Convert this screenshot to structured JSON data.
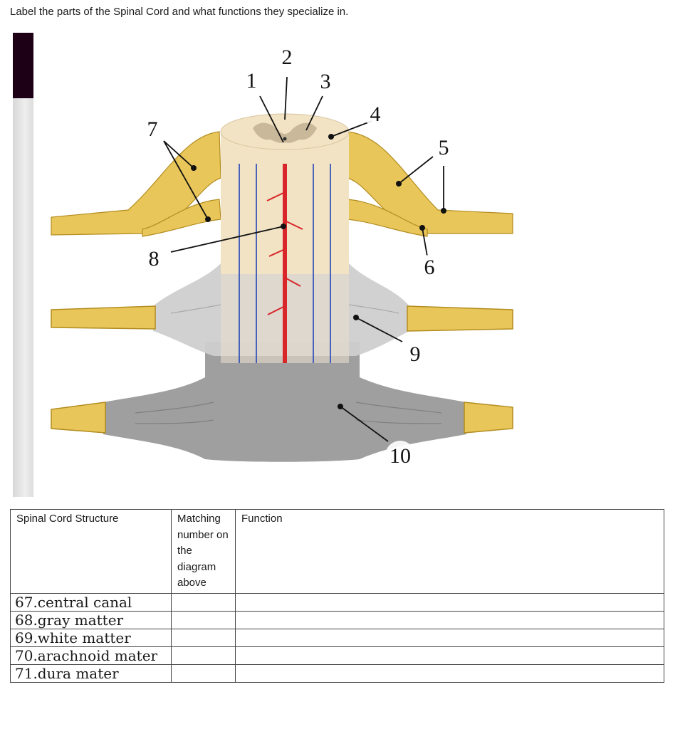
{
  "instruction": "Label the parts of the Spinal Cord and what functions they specialize in.",
  "diagram": {
    "labels": [
      "1",
      "2",
      "3",
      "4",
      "5",
      "6",
      "7",
      "8",
      "9",
      "10"
    ],
    "colors": {
      "white_matter": "#f2e3c4",
      "gray_matter": "#c9b89a",
      "nerve": "#e9c65a",
      "artery": "#d8262b",
      "vein": "#2e4db8",
      "arachnoid": "#cfcfcf",
      "dura": "#9f9f9f"
    }
  },
  "table": {
    "headers": [
      "Spinal Cord Structure",
      "Matching number on the diagram above",
      "Function"
    ],
    "rows": [
      {
        "structure": "67.central canal",
        "number": "",
        "function": ""
      },
      {
        "structure": "68.gray matter",
        "number": "",
        "function": ""
      },
      {
        "structure": "69.white matter",
        "number": "",
        "function": ""
      },
      {
        "structure": "70.arachnoid mater",
        "number": "",
        "function": ""
      },
      {
        "structure": "71.dura mater",
        "number": "",
        "function": ""
      }
    ]
  }
}
